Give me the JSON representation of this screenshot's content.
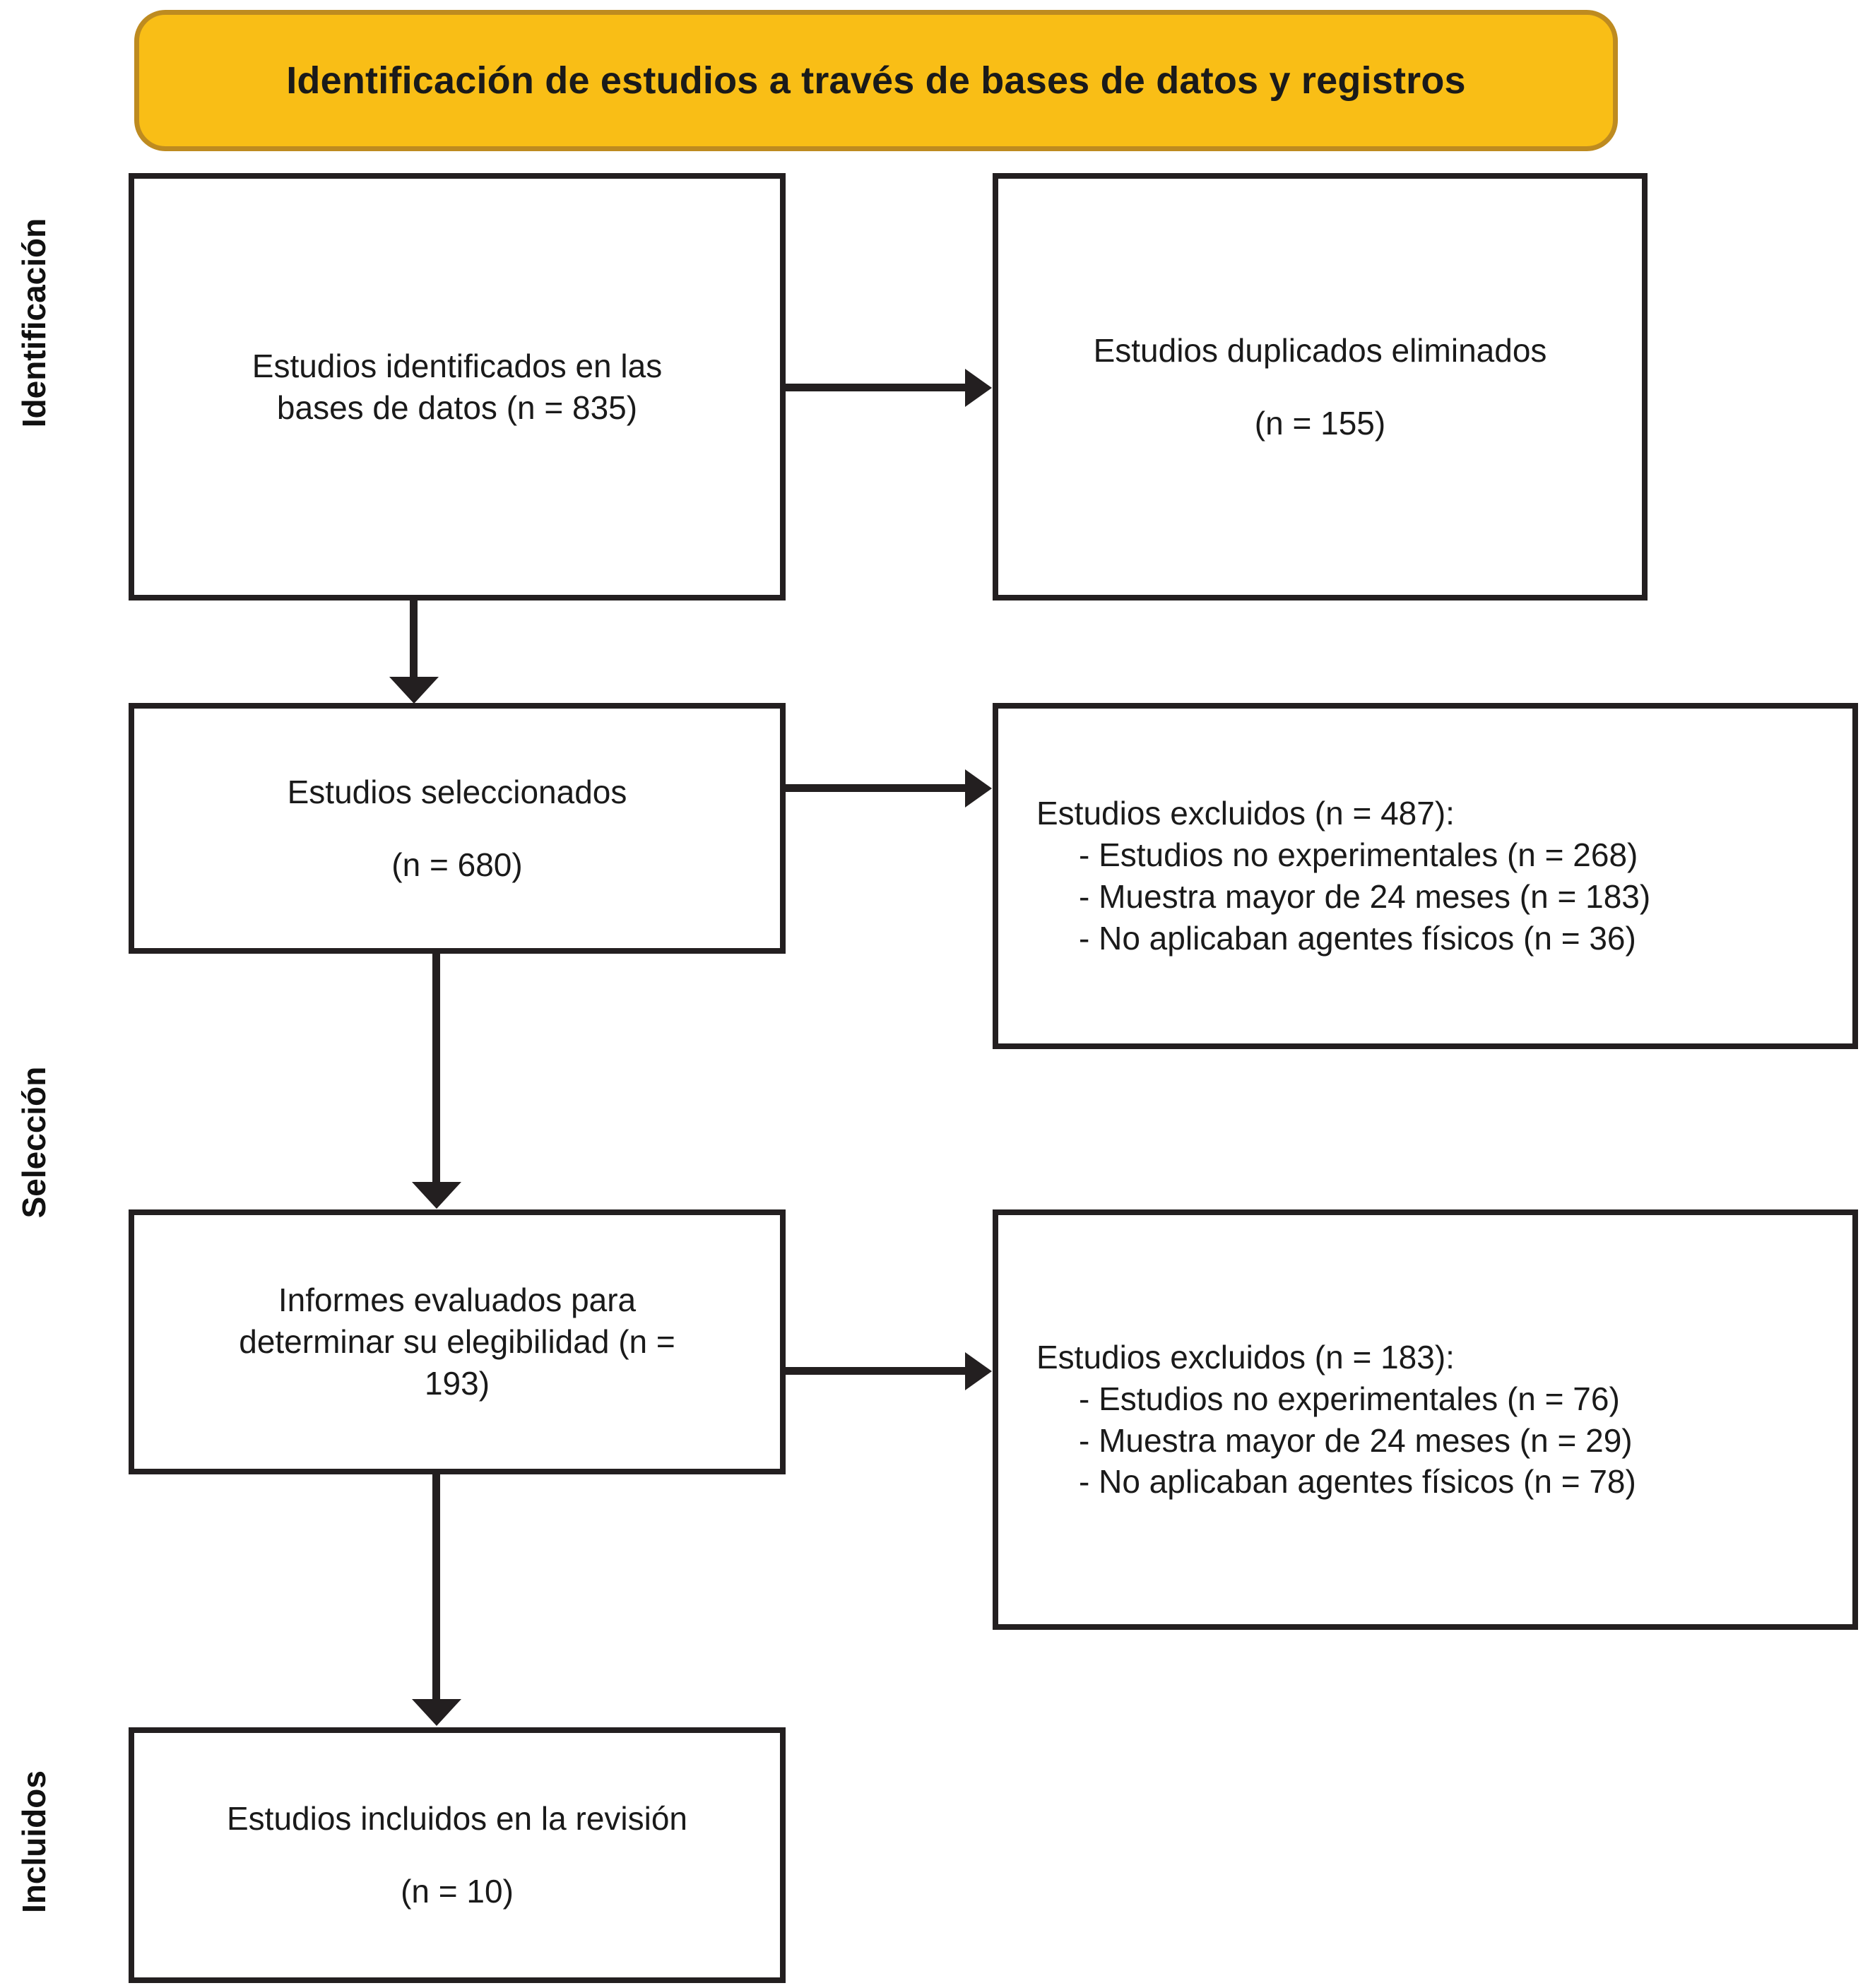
{
  "banner": {
    "title": "Identificación de estudios a través de bases de datos y registros"
  },
  "stages": [
    {
      "id": "identificacion",
      "label": "Identificación"
    },
    {
      "id": "seleccion",
      "label": "Selección"
    },
    {
      "id": "incluidos",
      "label": "Incluidos"
    }
  ],
  "boxes": {
    "identified": {
      "line1": "Estudios identificados en las",
      "line2": "bases de datos (n = 835)"
    },
    "duplicates": {
      "line1": "Estudios duplicados eliminados",
      "line2": "(n = 155)"
    },
    "screened": {
      "line1": "Estudios seleccionados",
      "line2": "(n = 680)"
    },
    "excluded_screening": {
      "title": "Estudios excluidos (n = 487):",
      "items": [
        "- Estudios no experimentales (n = 268)",
        "- Muestra mayor de 24 meses (n = 183)",
        "- No aplicaban agentes físicos (n = 36)"
      ]
    },
    "eligible": {
      "line1": "Informes evaluados para",
      "line2": "determinar su elegibilidad (n =",
      "line3": "193)"
    },
    "excluded_eligibility": {
      "title": "Estudios excluidos (n = 183):",
      "items": [
        "- Estudios no experimentales (n = 76)",
        "- Muestra mayor de 24 meses (n = 29)",
        "- No aplicaban agentes físicos (n = 78)"
      ]
    },
    "included": {
      "line1": "Estudios incluidos en la revisión",
      "line2": "(n = 10)"
    }
  },
  "colors": {
    "banner_fill": "#F9BE16",
    "banner_border": "#BE8B20",
    "stroke": "#231f20",
    "background": "#ffffff"
  },
  "flow_data": {
    "type": "prisma-flow",
    "identified_databases": 835,
    "duplicates_removed": 155,
    "screened": 680,
    "excluded_screening_total": 487,
    "excluded_screening_breakdown": [
      268,
      183,
      36
    ],
    "assessed_eligibility": 193,
    "excluded_eligibility_total": 183,
    "excluded_eligibility_breakdown": [
      76,
      29,
      78
    ],
    "included_in_review": 10
  }
}
